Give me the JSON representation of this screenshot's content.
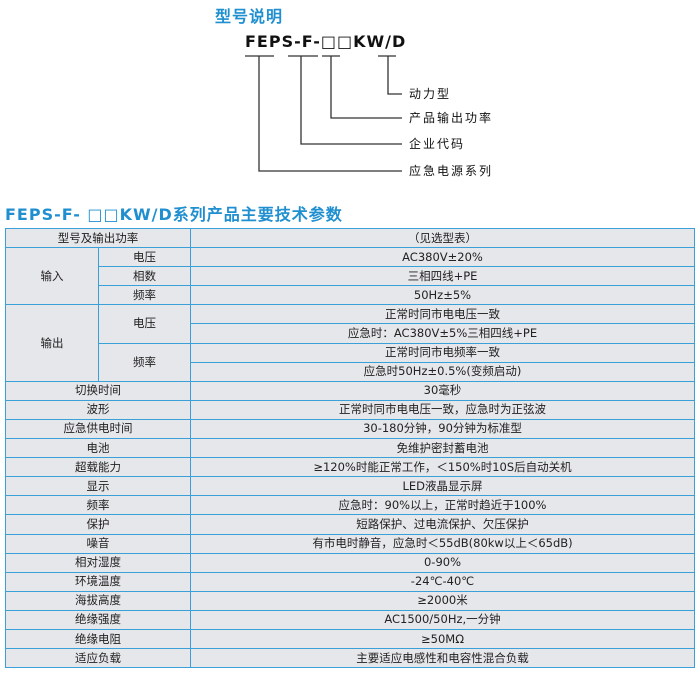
{
  "diagram": {
    "title": "型号说明",
    "model_code": "FEPS-F-□□KW/D",
    "labels": [
      "动力型",
      "产品输出功率",
      "企业代码",
      "应急电源系列"
    ]
  },
  "section_title": "FEPS-F- □□KW/D系列产品主要技术参数",
  "table": {
    "model_label": "型号及输出功率",
    "model_value": "（见选型表）",
    "input": {
      "label": "输入",
      "voltage_label": "电压",
      "voltage": "AC380V±20%",
      "phase_label": "相数",
      "phase": "三相四线+PE",
      "freq_label": "频率",
      "freq": "50Hz±5%"
    },
    "output": {
      "label": "输出",
      "voltage_label": "电压",
      "voltage_normal": "正常时同市电电压一致",
      "voltage_emergency": "应急时：AC380V±5%三相四线+PE",
      "freq_label": "频率",
      "freq_normal": "正常时同市电频率一致",
      "freq_emergency": "应急时50Hz±0.5%(变频启动)"
    },
    "rows": [
      {
        "label": "切换时间",
        "value": "30毫秒"
      },
      {
        "label": "波形",
        "value": "正常时同市电电压一致，应急时为正弦波"
      },
      {
        "label": "应急供电时间",
        "value": "30-180分钟，90分钟为标准型"
      },
      {
        "label": "电池",
        "value": "免维护密封蓄电池"
      },
      {
        "label": "超载能力",
        "value": "≥120%时能正常工作，＜150%时10S后自动关机"
      },
      {
        "label": "显示",
        "value": "LED液晶显示屏"
      },
      {
        "label": "频率",
        "value": "应急时：90%以上，正常时趋近于100%"
      },
      {
        "label": "保护",
        "value": "短路保护、过电流保护、欠压保护"
      },
      {
        "label": "噪音",
        "value": "有市电时静音，应急时＜55dB(80kw以上＜65dB)"
      },
      {
        "label": "相对湿度",
        "value": "0-90%"
      },
      {
        "label": "环境温度",
        "value": "-24℃-40℃"
      },
      {
        "label": "海拔高度",
        "value": "≥2000米"
      },
      {
        "label": "绝缘强度",
        "value": "AC1500/50Hz,一分钟"
      },
      {
        "label": "绝缘电阻",
        "value": "≥50MΩ"
      },
      {
        "label": "适应负载",
        "value": "主要适应电感性和电容性混合负载"
      }
    ]
  }
}
